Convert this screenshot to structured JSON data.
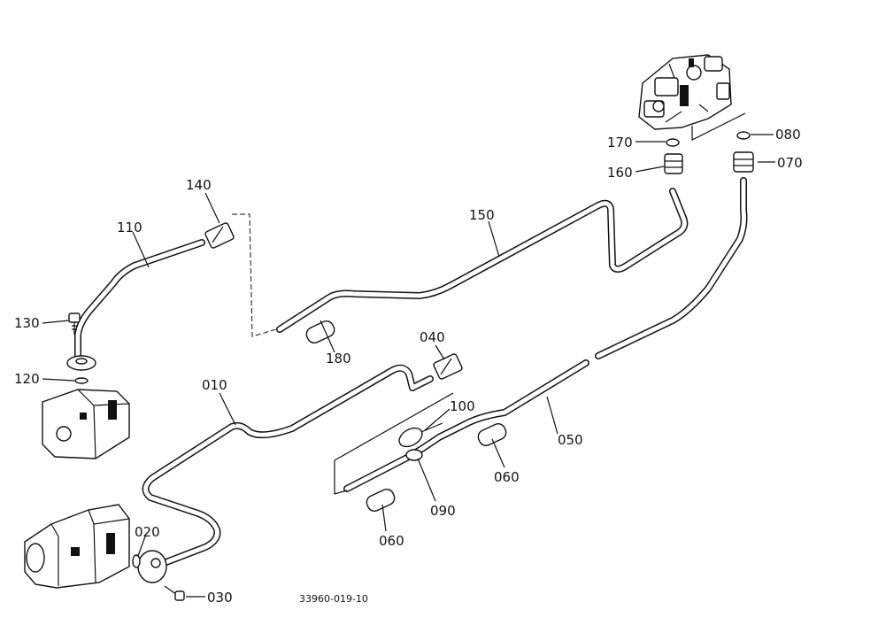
{
  "part_labels": {
    "p010": "010",
    "p020": "020",
    "p030": "030",
    "p040": "040",
    "p050": "050",
    "p060a": "060",
    "p060b": "060",
    "p070": "070",
    "p080": "080",
    "p090": "090",
    "p100": "100",
    "p110": "110",
    "p120": "120",
    "p130": "130",
    "p140": "140",
    "p150": "150",
    "p160": "160",
    "p170": "170",
    "p180": "180"
  },
  "drawing_code": "33960-019-10",
  "colors": {
    "line": "#111111",
    "background": "#ffffff"
  }
}
